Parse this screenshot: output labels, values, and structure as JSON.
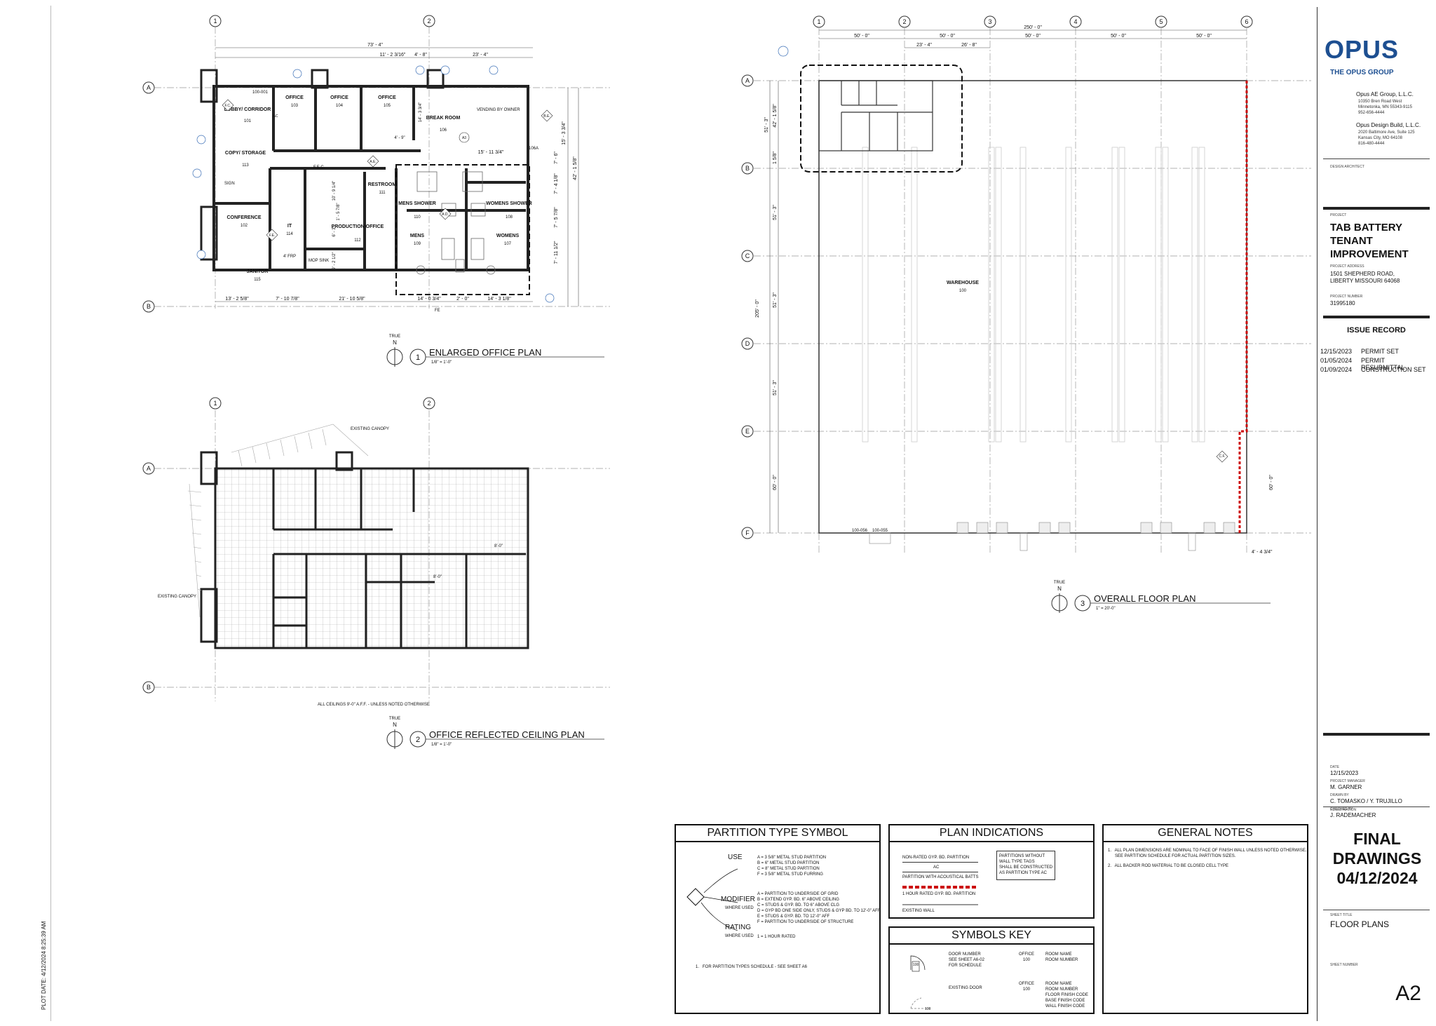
{
  "plot_date": "PLOT DATE: 4/12/2024 8:25:39 AM",
  "enlarged_office_plan": {
    "number": "1",
    "title": "ENLARGED OFFICE PLAN",
    "scale": "1/8\" = 1'-0\"",
    "north": "TRUE",
    "north_letter": "N",
    "grid_numbers": [
      "1",
      "2"
    ],
    "grid_letters": [
      "A",
      "B"
    ],
    "overall_dim": "73' - 4\"",
    "top_dims": [
      "11' - 2 3/16\"",
      "4' - 8\"",
      "23' - 4\""
    ],
    "bottom_dims": [
      "13' - 2 5/8\"",
      "7' - 10 7/8\"",
      "21' - 10 5/8\"",
      "14' - 0 3/4\"",
      "2' - 0\"",
      "14' - 3 1/8\""
    ],
    "right_dims": [
      "15' - 3 3/4\"",
      "42' - 1 5/8\"",
      "7' - 6\"",
      "7' - 4 1/8\"",
      "7' - 5 7/8\"",
      "7' - 11 1/2\""
    ],
    "misc_dims": [
      "15' - 11 3/4\"",
      "10' - 9 1/4\"",
      "4' - 9\"",
      "14' - 3 3/4\"",
      "1' - 5 7/8\"",
      "6' - 3\"",
      "9' - 2 1/2\""
    ],
    "rooms": [
      {
        "name": "LOBBY/ CORRIDOR",
        "number": "101"
      },
      {
        "name": "OFFICE",
        "number": "103"
      },
      {
        "name": "OFFICE",
        "number": "104"
      },
      {
        "name": "OFFICE",
        "number": "105"
      },
      {
        "name": "BREAK ROOM",
        "number": "106"
      },
      {
        "name": "COPY/ STORAGE",
        "number": "113"
      },
      {
        "name": "RESTROOM",
        "number": "111"
      },
      {
        "name": "MENS SHOWER",
        "number": "110"
      },
      {
        "name": "WOMENS SHOWER",
        "number": "108"
      },
      {
        "name": "CONFERENCE",
        "number": "102"
      },
      {
        "name": "IT",
        "number": "114"
      },
      {
        "name": "PRODUCTION OFFICE",
        "number": "112"
      },
      {
        "name": "MENS",
        "number": "109"
      },
      {
        "name": "WOMENS",
        "number": "107"
      },
      {
        "name": "JANITOR",
        "number": "115"
      }
    ],
    "notes": [
      "VENDING BY OWNER",
      "SIGN",
      "MOP SINK",
      "F.E.C.",
      "FE",
      "4' FRP",
      "100-001",
      "106A"
    ],
    "tags": [
      "F.E.",
      "F.C.",
      "A.E.",
      "B.E.",
      "A.D.",
      "AC",
      "A3"
    ]
  },
  "ceiling_plan": {
    "number": "2",
    "title": "OFFICE REFLECTED CEILING PLAN",
    "scale": "1/8\" = 1'-0\"",
    "north": "TRUE",
    "north_letter": "N",
    "grid_numbers": [
      "1",
      "2"
    ],
    "grid_letters": [
      "A",
      "B"
    ],
    "notes": [
      "EXISTING CANOPY",
      "EXISTING CANOPY",
      "ALL CEILINGS 9'-0\" A.F.F. - UNLESS NOTED OTHERWISE"
    ],
    "heights": [
      "8'-0\"",
      "8'-0\""
    ]
  },
  "overall_plan": {
    "number": "3",
    "title": "OVERALL FLOOR PLAN",
    "scale": "1\" = 20'-0\"",
    "north": "TRUE",
    "north_letter": "N",
    "grid_numbers": [
      "1",
      "2",
      "3",
      "4",
      "5",
      "6"
    ],
    "grid_letters": [
      "A",
      "B",
      "C",
      "D",
      "E",
      "F"
    ],
    "overall_dim": "250' - 0\"",
    "bay_dims": [
      "50' - 0\"",
      "50' - 0\"",
      "50' - 0\"",
      "50' - 0\"",
      "50' - 0\""
    ],
    "sub_dims": [
      "23' - 4\"",
      "26' - 8\""
    ],
    "left_dims": [
      "51' - 3\"",
      "42' - 1 5/8\"",
      "1 5/8\"",
      "51' - 3\"",
      "205' - 0\"",
      "51' - 3\"",
      "51' - 3\"",
      "60' - 0\""
    ],
    "right_dim": "60' - 0\"",
    "bottom_dim": "4' - 4 3/4\"",
    "room": {
      "name": "WAREHOUSE",
      "number": "100"
    },
    "doors": [
      "100-056",
      "100-055"
    ],
    "callout": "C.F."
  },
  "partition_legend": {
    "title": "PARTITION TYPE SYMBOL",
    "use_label": "USE",
    "use_items": [
      "A = 3 5/8\" METAL STUD PARTITION",
      "B = 6\" METAL STUD PARTITION",
      "C = 8\" METAL STUD PARTITION",
      "F = 3 5/8\" METAL STUD FURRING"
    ],
    "modifier_label": "MODIFIER",
    "where_used": "WHERE USED",
    "modifier_items": [
      "A = PARTITION TO UNDERSIDE OF GRID",
      "B = EXTEND GYP. BD. 6\" ABOVE CEILING",
      "C = STUDS & GYP. BD. TO 6\" ABOVE CLG",
      "D = GYP BD ONE SIDE ONLY, STUDS & GYP BD. TO 12'-0\" AFF",
      "E = STUDS & GYP. BD. TO 12'-0\" AFF",
      "F = PARTITION TO UNDERSIDE OF STRUCTURE"
    ],
    "rating_label": "RATING",
    "rating_items": [
      "1 = 1 HOUR RATED"
    ],
    "footnote": "1.   FOR PARTITION TYPES SCHEDULE - SEE SHEET A6"
  },
  "plan_indications": {
    "title": "PLAN INDICATIONS",
    "items": [
      "NON-RATED GYP. BD. PARTITION",
      "PARTITION WITH ACOUSTICAL BATTS",
      "1 HOUR RATED GYP. BD. PARTITION",
      "EXISTING WALL"
    ],
    "ac_label": "AC",
    "note": "PARTITIONS WITHOUT\nWALL TYPE TAGS\nSHALL BE CONSTRUCTED\nAS PARTITION TYPE AC"
  },
  "symbols_key": {
    "title": "SYMBOLS KEY",
    "door_note": "DOOR NUMBER\nSEE SHEET A6-02\nFOR SCHEDULE",
    "door_tag": "100",
    "existing_door": "EXISTING DOOR",
    "room_tag_name": "OFFICE",
    "room_tag_number": "100",
    "room_name": "ROOM NAME",
    "room_number": "ROOM NUMBER",
    "finish_items": [
      "ROOM NAME",
      "ROOM NUMBER",
      "FLOOR FINISH CODE",
      "BASE FINISH CODE",
      "WALL FINISH CODE"
    ]
  },
  "general_notes": {
    "title": "GENERAL NOTES",
    "items": [
      "1.   ALL PLAN DIMENSIONS ARE NOMINAL TO FACE OF FINISH WALL UNLESS NOTED OTHERWISE.\n      SEE PARTITION SCHEDULE FOR ACTUAL PARTITION SIZES.",
      "2.   ALL BACKER ROD MATERIAL TO BE CLOSED CELL TYPE"
    ]
  },
  "title_block": {
    "logo": "OPUS",
    "logo_sub": "THE OPUS GROUP",
    "firm1": "Opus AE Group, L.L.C.",
    "firm1_addr": "10350 Bren Road West\nMinnetonka, MN 55343-9115\n952-656-4444",
    "firm2": "Opus Design Build, L.L.C.",
    "firm2_addr": "2020 Baltimore Ave, Suite 125\nKansas City, MO 64108\n816-480-4444",
    "design_architect_label": "DESIGN ARCHITECT",
    "project_label": "PROJECT",
    "project": "TAB BATTERY\nTENANT\nIMPROVEMENT",
    "address_label": "PROJECT ADDRESS",
    "address": "1501 SHEPHERD ROAD,\nLIBERTY MISSOURI 64068",
    "project_number_label": "PROJECT NUMBER",
    "project_number": "31995180",
    "issue_title": "ISSUE RECORD",
    "issues": [
      {
        "date": "12/15/2023",
        "desc": "PERMIT SET"
      },
      {
        "date": "01/05/2024",
        "desc": "PERMIT RESUBMITTAL"
      },
      {
        "date": "01/09/2024",
        "desc": "CONSTRUCTION SET"
      }
    ],
    "date_label": "DATE",
    "date": "12/15/2023",
    "pm_label": "PROJECT MANAGER",
    "pm": "M. GARNER",
    "drawn_label": "DRAWN BY",
    "drawn": "C. TOMASKO / Y. TRUJILLO",
    "checked_label": "CHECKED BY",
    "checked": "J. RADEMACHER",
    "registration_label": "REGISTRATION",
    "final": "FINAL\nDRAWINGS\n04/12/2024",
    "sheet_title_label": "SHEET TITLE",
    "sheet_title": "FLOOR PLANS",
    "sheet_number_label": "SHEET NUMBER",
    "sheet_number": "A2"
  }
}
